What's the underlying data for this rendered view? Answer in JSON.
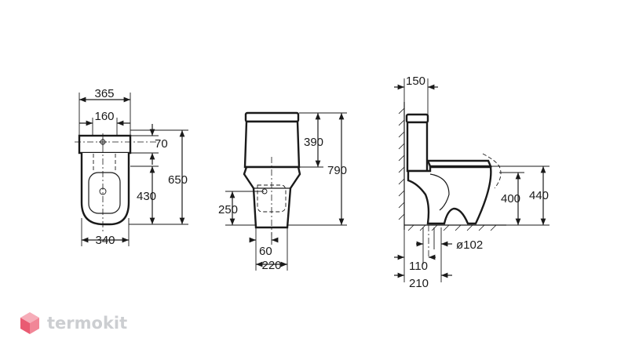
{
  "top_view": {
    "width_total": "365",
    "width_inlet": "160",
    "inlet_offset": "70",
    "depth_inner": "430",
    "depth_total": "650",
    "width_bottom": "340"
  },
  "front_view": {
    "tank_height": "390",
    "total_height": "790",
    "inlet_height": "250",
    "foot_width": "60",
    "base_width": "220"
  },
  "side_view": {
    "tank_depth": "150",
    "seat_height": "400",
    "rim_height": "440",
    "outlet_diameter": "ø102",
    "outlet_offset_near": "110",
    "outlet_offset_far": "210"
  },
  "brand": {
    "name": "termokit",
    "colors": {
      "logo_top": "#f6a5b2",
      "logo_left": "#e74a63",
      "logo_right": "#f07a8c"
    }
  }
}
